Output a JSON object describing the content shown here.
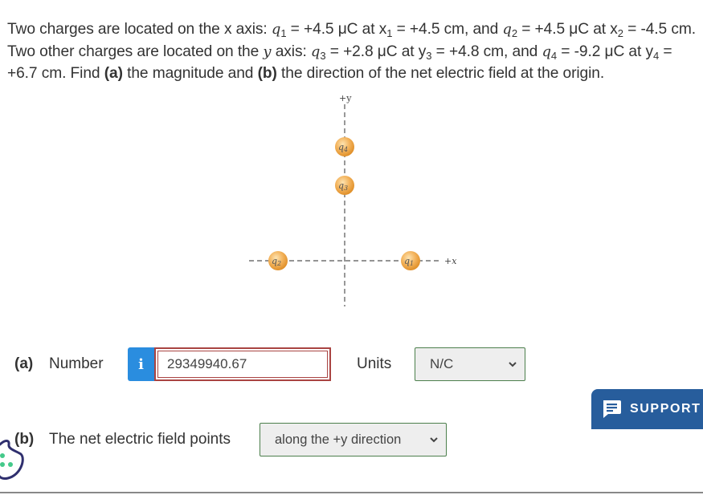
{
  "problem": {
    "line1_a": "Two charges are located on the x axis: ",
    "q1_sym": "q",
    "q1_sub": "1",
    "q1_val": " = +4.5 μC at x",
    "x1_sub": "1",
    "x1_val": " = +4.5 cm, and ",
    "q2_sym": "q",
    "q2_sub": "2",
    "q2_val": " = +4.5 μC at x",
    "x2_sub": "2",
    "x2_val": " = -4.5 cm.",
    "line2_a": "Two other charges are located on the ",
    "y_axis": "y",
    "line2_b": " axis: ",
    "q3_sym": "q",
    "q3_sub": "3",
    "q3_val": " = +2.8 μC at y",
    "y3_sub": "3",
    "y3_val": " = +4.8 cm, and ",
    "q4_sym": "q",
    "q4_sub": "4",
    "q4_val": " = -9.2 μC at y",
    "y4_sub": "4",
    "y4_val": " =",
    "line3_a": "+6.7 cm. Find ",
    "a_label": "(a)",
    "line3_b": " the magnitude and ",
    "b_label": "(b)",
    "line3_c": " the direction of the net electric field at the origin."
  },
  "figure": {
    "x_axis_label": "+x",
    "y_axis_label": "+y",
    "charges": [
      {
        "label": "q1",
        "sub": "1",
        "position": "x = +4.5 cm"
      },
      {
        "label": "q2",
        "sub": "2",
        "position": "x = -4.5 cm"
      },
      {
        "label": "q3",
        "sub": "3",
        "position": "y = +4.8 cm"
      },
      {
        "label": "q4",
        "sub": "4",
        "position": "y = +6.7 cm"
      }
    ],
    "charge_color": "#f0a33a"
  },
  "part_a": {
    "label": "(a)",
    "text": "Number",
    "info_icon": "i",
    "value": "29349940.67",
    "units_label": "Units",
    "units_selected": "N/C"
  },
  "part_b": {
    "label": "(b)",
    "text": "The net electric field points",
    "direction_selected": "along the +y direction"
  },
  "support": {
    "label": "SUPPORT",
    "icon": "chat-icon"
  },
  "colors": {
    "info_blue": "#2a8ddf",
    "error_red": "#a94442",
    "select_border": "#4c7f4c",
    "support_bg": "#275d9c"
  }
}
